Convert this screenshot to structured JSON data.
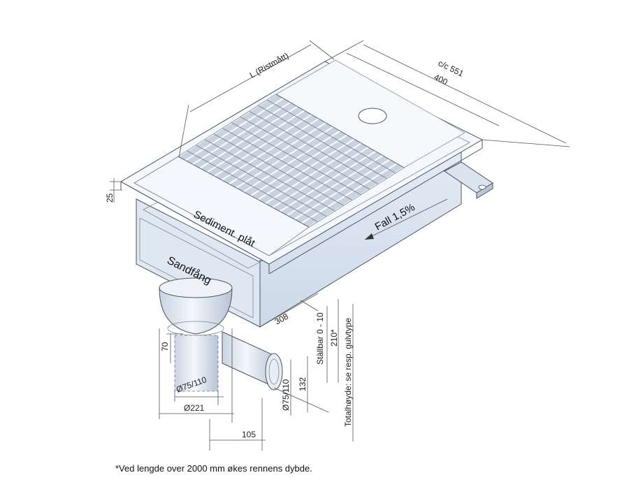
{
  "labels": {
    "length": "L (Ristmått)",
    "cc": "c/c 551",
    "width": "400",
    "fall": "Fall 1,5%",
    "sediment": "Sediment. plåt",
    "sandfang": "Sandfång",
    "d25": "25",
    "d308": "308",
    "adjustable": "Ställbar 0 - 10",
    "d210": "210*",
    "total": "Totalhøyde: se resp. gulvtype",
    "d70": "70",
    "d75_110_a": "Ø75/110",
    "d221": "Ø221",
    "d75_110_b": "Ø75/110",
    "d132": "132",
    "d105": "105"
  },
  "footnote": "*Ved lengde over 2000 mm økes rennens dybde.",
  "colors": {
    "surface_light": "#eef3fb",
    "surface_mid": "#dde6f3",
    "surface_dark": "#c5d2e4",
    "grate": "#c9d3df",
    "edge": "#4a5560"
  }
}
